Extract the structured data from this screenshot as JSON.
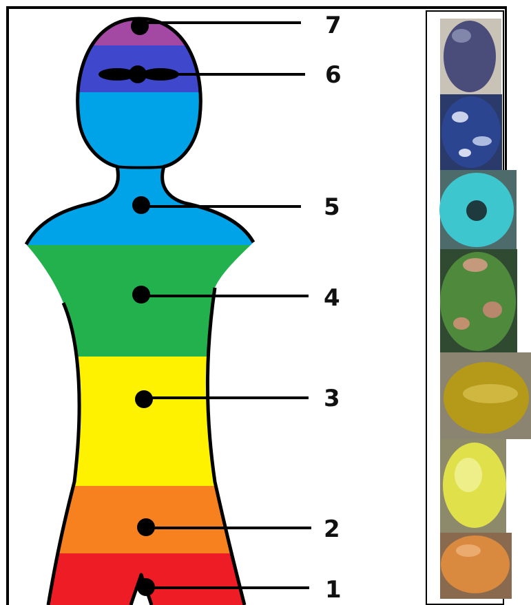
{
  "chakras": [
    {
      "number": "1",
      "color": "#ee1c24",
      "stone": "stone-carnelian"
    },
    {
      "number": "2",
      "color": "#f7811f",
      "stone": "stone-citrine"
    },
    {
      "number": "3",
      "color": "#fff200",
      "stone": "stone-tigers-eye"
    },
    {
      "number": "4",
      "color": "#22b14c",
      "stone": "stone-unakite"
    },
    {
      "number": "5",
      "color": "#00a2e8",
      "stone": "stone-turquoise"
    },
    {
      "number": "6",
      "color": "#3f48cc",
      "stone": "stone-sodalite"
    },
    {
      "number": "7",
      "color": "#a349a4",
      "stone": "stone-amethyst"
    }
  ],
  "colors": {
    "outline": "#000000",
    "frame": "#000000",
    "background": "#ffffff"
  }
}
